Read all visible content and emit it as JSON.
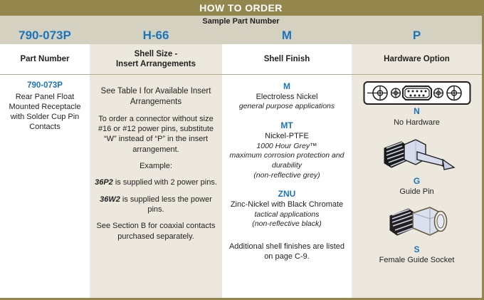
{
  "header": {
    "title": "HOW TO ORDER",
    "sample_label": "Sample Part Number",
    "sample_codes": [
      "790-073P",
      "H-66",
      "M",
      "P"
    ],
    "column_headers": [
      "Part Number",
      "Shell Size -\nInsert Arrangements",
      "Shell Finish",
      "Hardware Option"
    ]
  },
  "colors": {
    "bar": "#94874e",
    "band": "#d5d1c0",
    "column_tint": "#ece8dd",
    "accent_blue": "#1b75bc",
    "divider": "#b5ab8a"
  },
  "part_number": {
    "code": "790-073P",
    "description": "Rear Panel Float Mounted Receptacle with Solder Cup Pin Contacts"
  },
  "shell_size": {
    "line1": "See Table I for Available Insert Arrangements",
    "line2": "To order a connector without size #16 or #12 power pins, substitute “W” instead of “P” in the insert arrangement.",
    "example_label": "Example:",
    "example_1_code": "36P2",
    "example_1_text": " is supplied with 2 power pins.",
    "example_2_code": "36W2",
    "example_2_text": " is supplied less the power pins.",
    "line3": "See Section B for coaxial contacts purchased separately."
  },
  "shell_finish": {
    "options": [
      {
        "code": "M",
        "name": "Electroless Nickel",
        "notes": [
          "general purpose applications"
        ]
      },
      {
        "code": "MT",
        "name": "Nickel-PTFE",
        "notes": [
          "1000 Hour Grey™",
          "maximum corrosion protection and durability",
          "(non-reflective grey)"
        ]
      },
      {
        "code": "ZNU",
        "name": "Zinc-Nickel with Black Chromate",
        "notes": [
          "tactical applications",
          "(non-reflective black)"
        ]
      }
    ],
    "footnote": "Additional shell finishes are listed on page C-9."
  },
  "hardware_option": {
    "options": [
      {
        "code": "N",
        "name": "No Hardware",
        "icon": "connector-no-hardware-icon"
      },
      {
        "code": "G",
        "name": "Guide Pin",
        "icon": "guide-pin-icon"
      },
      {
        "code": "S",
        "name": "Female Guide Socket",
        "icon": "female-guide-socket-icon"
      }
    ]
  }
}
